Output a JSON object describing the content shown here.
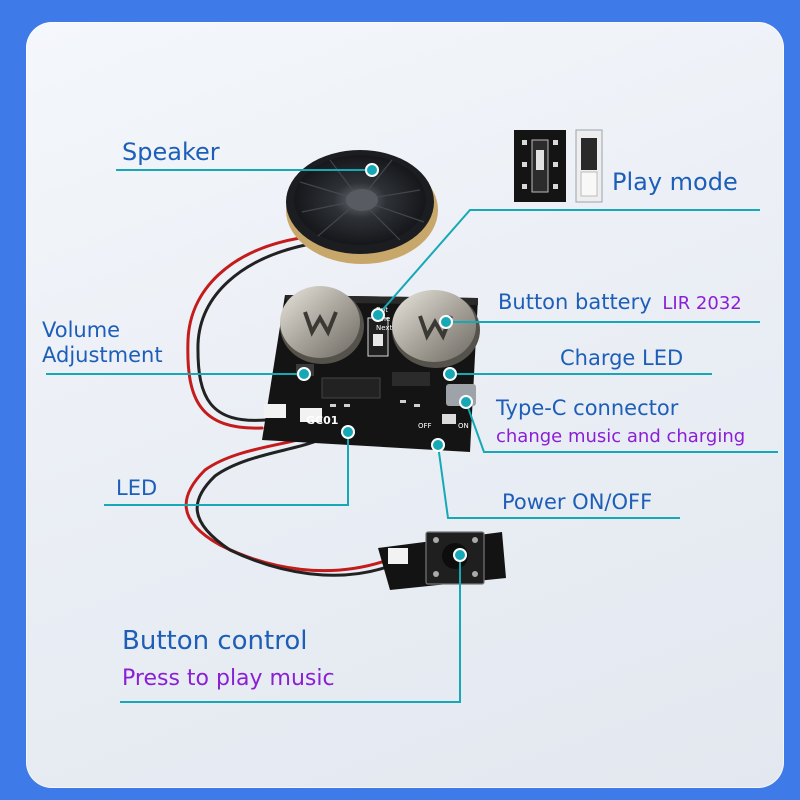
{
  "labels": {
    "speaker": "Speaker",
    "play_mode": "Play mode",
    "button_battery": "Button battery",
    "battery_model": "LIR 2032",
    "volume_line1": "Volume",
    "volume_line2": "Adjustment",
    "charge_led": "Charge LED",
    "type_c": "Type-C connector",
    "type_c_sub": "change music and charging",
    "led": "LED",
    "power": "Power ON/OFF",
    "button_control": "Button control",
    "button_control_sub": "Press to play music"
  },
  "board": {
    "model": "GC01",
    "switch_labels": [
      "Rpt",
      "One",
      "Next"
    ],
    "power_labels": [
      "OFF",
      "ON"
    ]
  },
  "colors": {
    "background": "#3f7be8",
    "frame": "#eef2f7",
    "leader_line": "#16a9b5",
    "label_text": "#1d5fb8",
    "sub_text": "#8a1fd6",
    "pcb": "#141414"
  },
  "icons": [
    "speaker",
    "coin-cell-battery",
    "tactile-button",
    "play-mode-switch"
  ]
}
